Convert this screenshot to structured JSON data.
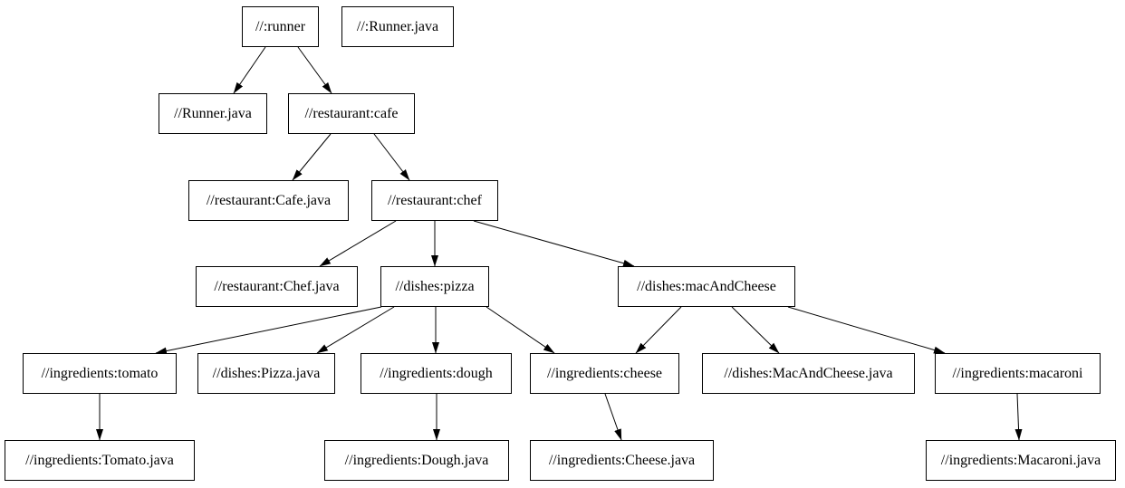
{
  "diagram": {
    "kind": "build-dependency-graph",
    "colors": {
      "background": "#ffffff",
      "node_fill": "#ffffff",
      "node_border": "#000000",
      "edge": "#000000",
      "text": "#000000"
    },
    "nodes": [
      {
        "id": "runner",
        "label": "//:runner"
      },
      {
        "id": "runner-java-root",
        "label": "//:Runner.java"
      },
      {
        "id": "runner-java",
        "label": "//Runner.java"
      },
      {
        "id": "cafe",
        "label": "//restaurant:cafe"
      },
      {
        "id": "cafe-java",
        "label": "//restaurant:Cafe.java"
      },
      {
        "id": "chef",
        "label": "//restaurant:chef"
      },
      {
        "id": "chef-java",
        "label": "//restaurant:Chef.java"
      },
      {
        "id": "pizza",
        "label": "//dishes:pizza"
      },
      {
        "id": "mac-and-cheese",
        "label": "//dishes:macAndCheese"
      },
      {
        "id": "tomato",
        "label": "//ingredients:tomato"
      },
      {
        "id": "pizza-java",
        "label": "//dishes:Pizza.java"
      },
      {
        "id": "dough",
        "label": "//ingredients:dough"
      },
      {
        "id": "cheese",
        "label": "//ingredients:cheese"
      },
      {
        "id": "mac-and-cheese-java",
        "label": "//dishes:MacAndCheese.java"
      },
      {
        "id": "macaroni",
        "label": "//ingredients:macaroni"
      },
      {
        "id": "tomato-java",
        "label": "//ingredients:Tomato.java"
      },
      {
        "id": "dough-java",
        "label": "//ingredients:Dough.java"
      },
      {
        "id": "cheese-java",
        "label": "//ingredients:Cheese.java"
      },
      {
        "id": "macaroni-java",
        "label": "//ingredients:Macaroni.java"
      }
    ],
    "edges": [
      {
        "from": "runner",
        "to": "runner-java"
      },
      {
        "from": "runner",
        "to": "cafe"
      },
      {
        "from": "cafe",
        "to": "cafe-java"
      },
      {
        "from": "cafe",
        "to": "chef"
      },
      {
        "from": "chef",
        "to": "chef-java"
      },
      {
        "from": "chef",
        "to": "pizza"
      },
      {
        "from": "chef",
        "to": "mac-and-cheese"
      },
      {
        "from": "pizza",
        "to": "tomato"
      },
      {
        "from": "pizza",
        "to": "pizza-java"
      },
      {
        "from": "pizza",
        "to": "dough"
      },
      {
        "from": "pizza",
        "to": "cheese"
      },
      {
        "from": "mac-and-cheese",
        "to": "cheese"
      },
      {
        "from": "mac-and-cheese",
        "to": "mac-and-cheese-java"
      },
      {
        "from": "mac-and-cheese",
        "to": "macaroni"
      },
      {
        "from": "tomato",
        "to": "tomato-java"
      },
      {
        "from": "dough",
        "to": "dough-java"
      },
      {
        "from": "cheese",
        "to": "cheese-java"
      },
      {
        "from": "macaroni",
        "to": "macaroni-java"
      }
    ]
  }
}
